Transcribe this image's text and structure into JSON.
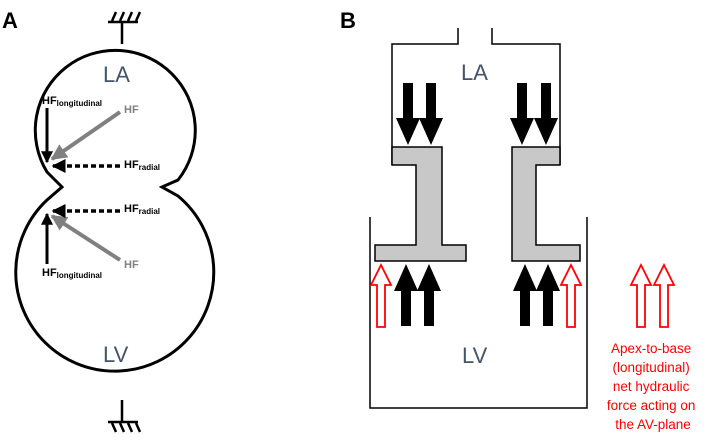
{
  "panels": {
    "a": {
      "letter": "A",
      "la_label": "LA",
      "lv_label": "LV",
      "hf_main": "HF",
      "sub_longitudinal": "longitudinal",
      "sub_radial": "radial",
      "hf_resultant": "HF"
    },
    "b": {
      "letter": "B",
      "la_label": "LA",
      "lv_label": "LV",
      "caption_lines": [
        "Apex-to-base",
        "(longitudinal)",
        "net hydraulic",
        "force acting on",
        "the AV-plane"
      ]
    }
  },
  "colors": {
    "chamber_label": "#44546a",
    "force_arrow": "#000000",
    "resultant_arrow": "#808080",
    "net_force_arrow": "#ff0000",
    "valve_plane_fill": "#c8c8c8"
  }
}
